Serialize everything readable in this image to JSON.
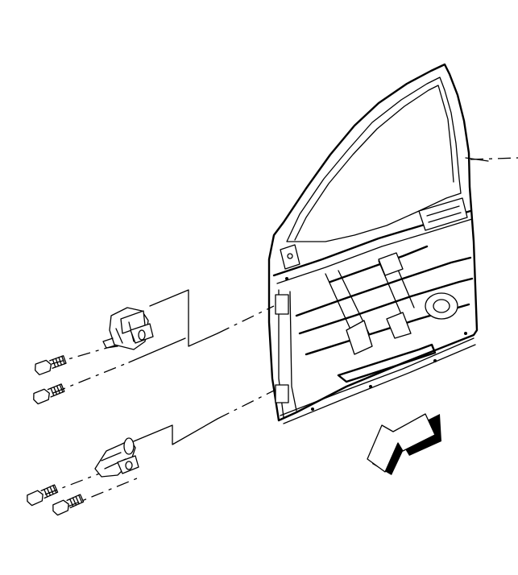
{
  "diagram": {
    "parts": [
      {
        "id": "door-shell",
        "kind": "front-door-assembly"
      },
      {
        "id": "upper-hinge",
        "kind": "hinge"
      },
      {
        "id": "lower-hinge",
        "kind": "hinge"
      },
      {
        "id": "hinge-bolts",
        "kind": "bolt",
        "count": 4
      }
    ],
    "indicator": {
      "kind": "front-direction-arrow",
      "direction": "lower-left"
    },
    "line_color": "#000000",
    "background": "#ffffff"
  }
}
